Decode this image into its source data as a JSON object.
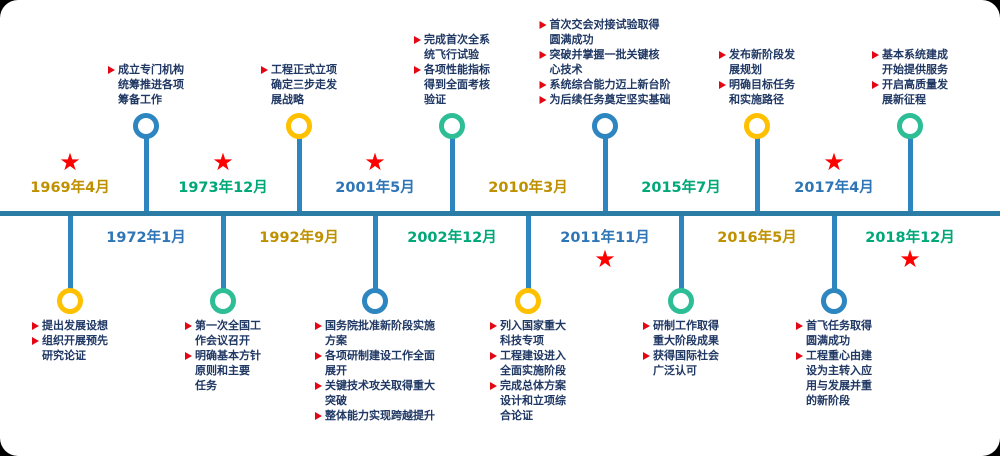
{
  "colors": {
    "axis": "#2B7DA5",
    "stem": "#2E86C1",
    "star": "#FF0000",
    "bullet": "#E30613",
    "body_text": "#203864",
    "palette": {
      "yellow": {
        "label": "#BF9000",
        "ring": "#FFC000"
      },
      "blue": {
        "label": "#2E75B6",
        "ring": "#2E86C1"
      },
      "green": {
        "label": "#00A878",
        "ring": "#2DBE96"
      }
    }
  },
  "chart_data": {
    "type": "timeline",
    "orientation": "horizontal",
    "events": [
      {
        "date": "1969年4月",
        "color": "yellow",
        "side": "below",
        "star": true,
        "lines": [
          {
            "bullet": true,
            "text": "提出发展设想"
          },
          {
            "bullet": true,
            "text": "组织开展预先"
          },
          {
            "bullet": false,
            "text": "研究论证"
          }
        ]
      },
      {
        "date": "1972年1月",
        "color": "blue",
        "side": "above",
        "star": false,
        "lines": [
          {
            "bullet": true,
            "text": "成立专门机构"
          },
          {
            "bullet": false,
            "text": "统筹推进各项"
          },
          {
            "bullet": false,
            "text": "筹备工作"
          }
        ]
      },
      {
        "date": "1973年12月",
        "color": "green",
        "side": "below",
        "star": true,
        "lines": [
          {
            "bullet": true,
            "text": "第一次全国工"
          },
          {
            "bullet": false,
            "text": "作会议召开"
          },
          {
            "bullet": true,
            "text": "明确基本方针"
          },
          {
            "bullet": false,
            "text": "原则和主要"
          },
          {
            "bullet": false,
            "text": "任务"
          }
        ]
      },
      {
        "date": "1992年9月",
        "color": "yellow",
        "side": "above",
        "star": false,
        "lines": [
          {
            "bullet": true,
            "text": "工程正式立项"
          },
          {
            "bullet": false,
            "text": "确定三步走发"
          },
          {
            "bullet": false,
            "text": "展战略"
          }
        ]
      },
      {
        "date": "2001年5月",
        "color": "blue",
        "side": "below",
        "star": true,
        "lines": [
          {
            "bullet": true,
            "text": "国务院批准新阶段实施"
          },
          {
            "bullet": false,
            "text": "方案"
          },
          {
            "bullet": true,
            "text": "各项研制建设工作全面"
          },
          {
            "bullet": false,
            "text": "展开"
          },
          {
            "bullet": true,
            "text": "关键技术攻关取得重大"
          },
          {
            "bullet": false,
            "text": "突破"
          },
          {
            "bullet": true,
            "text": "整体能力实现跨越提升"
          }
        ]
      },
      {
        "date": "2002年12月",
        "color": "green",
        "side": "above",
        "star": false,
        "lines": [
          {
            "bullet": true,
            "text": "完成首次全系"
          },
          {
            "bullet": false,
            "text": "统飞行试验"
          },
          {
            "bullet": true,
            "text": "各项性能指标"
          },
          {
            "bullet": false,
            "text": "得到全面考核"
          },
          {
            "bullet": false,
            "text": "验证"
          }
        ]
      },
      {
        "date": "2010年3月",
        "color": "yellow",
        "side": "below",
        "star": false,
        "lines": [
          {
            "bullet": true,
            "text": "列入国家重大"
          },
          {
            "bullet": false,
            "text": "科技专项"
          },
          {
            "bullet": true,
            "text": "工程建设进入"
          },
          {
            "bullet": false,
            "text": "全面实施阶段"
          },
          {
            "bullet": true,
            "text": "完成总体方案"
          },
          {
            "bullet": false,
            "text": "设计和立项综"
          },
          {
            "bullet": false,
            "text": "合论证"
          }
        ]
      },
      {
        "date": "2011年11月",
        "color": "blue",
        "side": "above",
        "star": true,
        "lines": [
          {
            "bullet": true,
            "text": "首次交会对接试验取得"
          },
          {
            "bullet": false,
            "text": "圆满成功"
          },
          {
            "bullet": true,
            "text": "突破并掌握一批关键核"
          },
          {
            "bullet": false,
            "text": "心技术"
          },
          {
            "bullet": true,
            "text": "系统综合能力迈上新台阶"
          },
          {
            "bullet": true,
            "text": "为后续任务奠定坚实基础"
          }
        ]
      },
      {
        "date": "2015年7月",
        "color": "green",
        "side": "below",
        "star": false,
        "lines": [
          {
            "bullet": true,
            "text": "研制工作取得"
          },
          {
            "bullet": false,
            "text": "重大阶段成果"
          },
          {
            "bullet": true,
            "text": "获得国际社会"
          },
          {
            "bullet": false,
            "text": "广泛认可"
          }
        ]
      },
      {
        "date": "2016年5月",
        "color": "yellow",
        "side": "above",
        "star": false,
        "lines": [
          {
            "bullet": true,
            "text": "发布新阶段发"
          },
          {
            "bullet": false,
            "text": "展规划"
          },
          {
            "bullet": true,
            "text": "明确目标任务"
          },
          {
            "bullet": false,
            "text": "和实施路径"
          }
        ]
      },
      {
        "date": "2017年4月",
        "color": "blue",
        "side": "below",
        "star": true,
        "lines": [
          {
            "bullet": true,
            "text": "首飞任务取得"
          },
          {
            "bullet": false,
            "text": "圆满成功"
          },
          {
            "bullet": true,
            "text": "工程重心由建"
          },
          {
            "bullet": false,
            "text": "设为主转入应"
          },
          {
            "bullet": false,
            "text": "用与发展并重"
          },
          {
            "bullet": false,
            "text": "的新阶段"
          }
        ]
      },
      {
        "date": "2018年12月",
        "color": "green",
        "side": "above",
        "star": true,
        "lines": [
          {
            "bullet": true,
            "text": "基本系统建成"
          },
          {
            "bullet": false,
            "text": "开始提供服务"
          },
          {
            "bullet": true,
            "text": "开启高质量发"
          },
          {
            "bullet": false,
            "text": "展新征程"
          }
        ]
      }
    ]
  }
}
